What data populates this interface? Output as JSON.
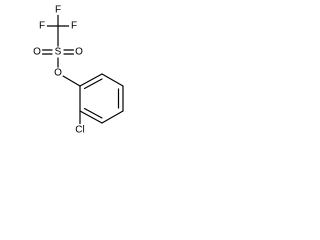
{
  "molecule": {
    "colors": {
      "bond": "#000000",
      "carbon": "#000000",
      "fluorine": "#000000",
      "sulfur": "#000000",
      "oxygen": "#000000",
      "chlorine": "#000000"
    },
    "atoms": {
      "f_top": "F",
      "f_left": "F",
      "f_right": "F",
      "s": "S",
      "o_left": "O",
      "o_right": "O",
      "o_ester": "O",
      "cl": "Cl"
    }
  }
}
